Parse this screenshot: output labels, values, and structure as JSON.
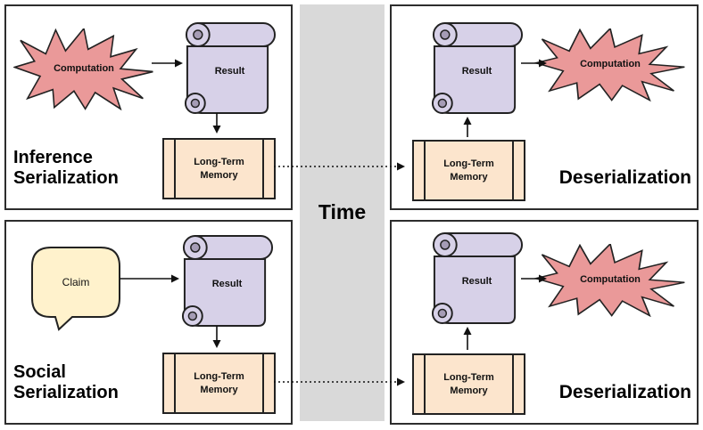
{
  "colors": {
    "burst_fill": "#ea9999",
    "scroll_fill": "#d7d1e8",
    "scroll_curl": "#a59cb5",
    "memory_fill": "#fce5cd",
    "bubble_fill": "#fff2cc",
    "time_band": "#d9d9d9",
    "outline": "#222222"
  },
  "time_label": "Time",
  "panels": {
    "top_left": {
      "title_line1": "Inference",
      "title_line2": "Serialization",
      "burst_label": "Computation",
      "scroll_label": "Result",
      "memory_line1": "Long-Term",
      "memory_line2": "Memory"
    },
    "top_right": {
      "title": "Deserialization",
      "burst_label": "Computation",
      "scroll_label": "Result",
      "memory_line1": "Long-Term",
      "memory_line2": "Memory"
    },
    "bottom_left": {
      "title_line1": "Social",
      "title_line2": "Serialization",
      "bubble_label": "Claim",
      "scroll_label": "Result",
      "memory_line1": "Long-Term",
      "memory_line2": "Memory"
    },
    "bottom_right": {
      "title": "Deserialization",
      "burst_label": "Computation",
      "scroll_label": "Result",
      "memory_line1": "Long-Term",
      "memory_line2": "Memory"
    }
  }
}
